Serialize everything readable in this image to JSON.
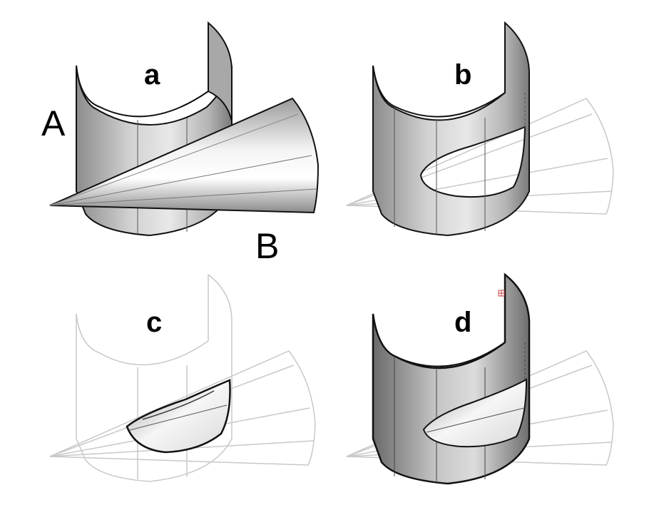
{
  "panels": [
    {
      "label": "a"
    },
    {
      "label": "b"
    },
    {
      "label": "c"
    },
    {
      "label": "d"
    }
  ],
  "surfaces": {
    "cylinder_label": "A",
    "cone_label": "B"
  },
  "colors": {
    "outline": "#111111",
    "ghost": "#c8c8c8",
    "shade_dark": "#7a7a7a",
    "shade_light": "#f2f2f2"
  }
}
